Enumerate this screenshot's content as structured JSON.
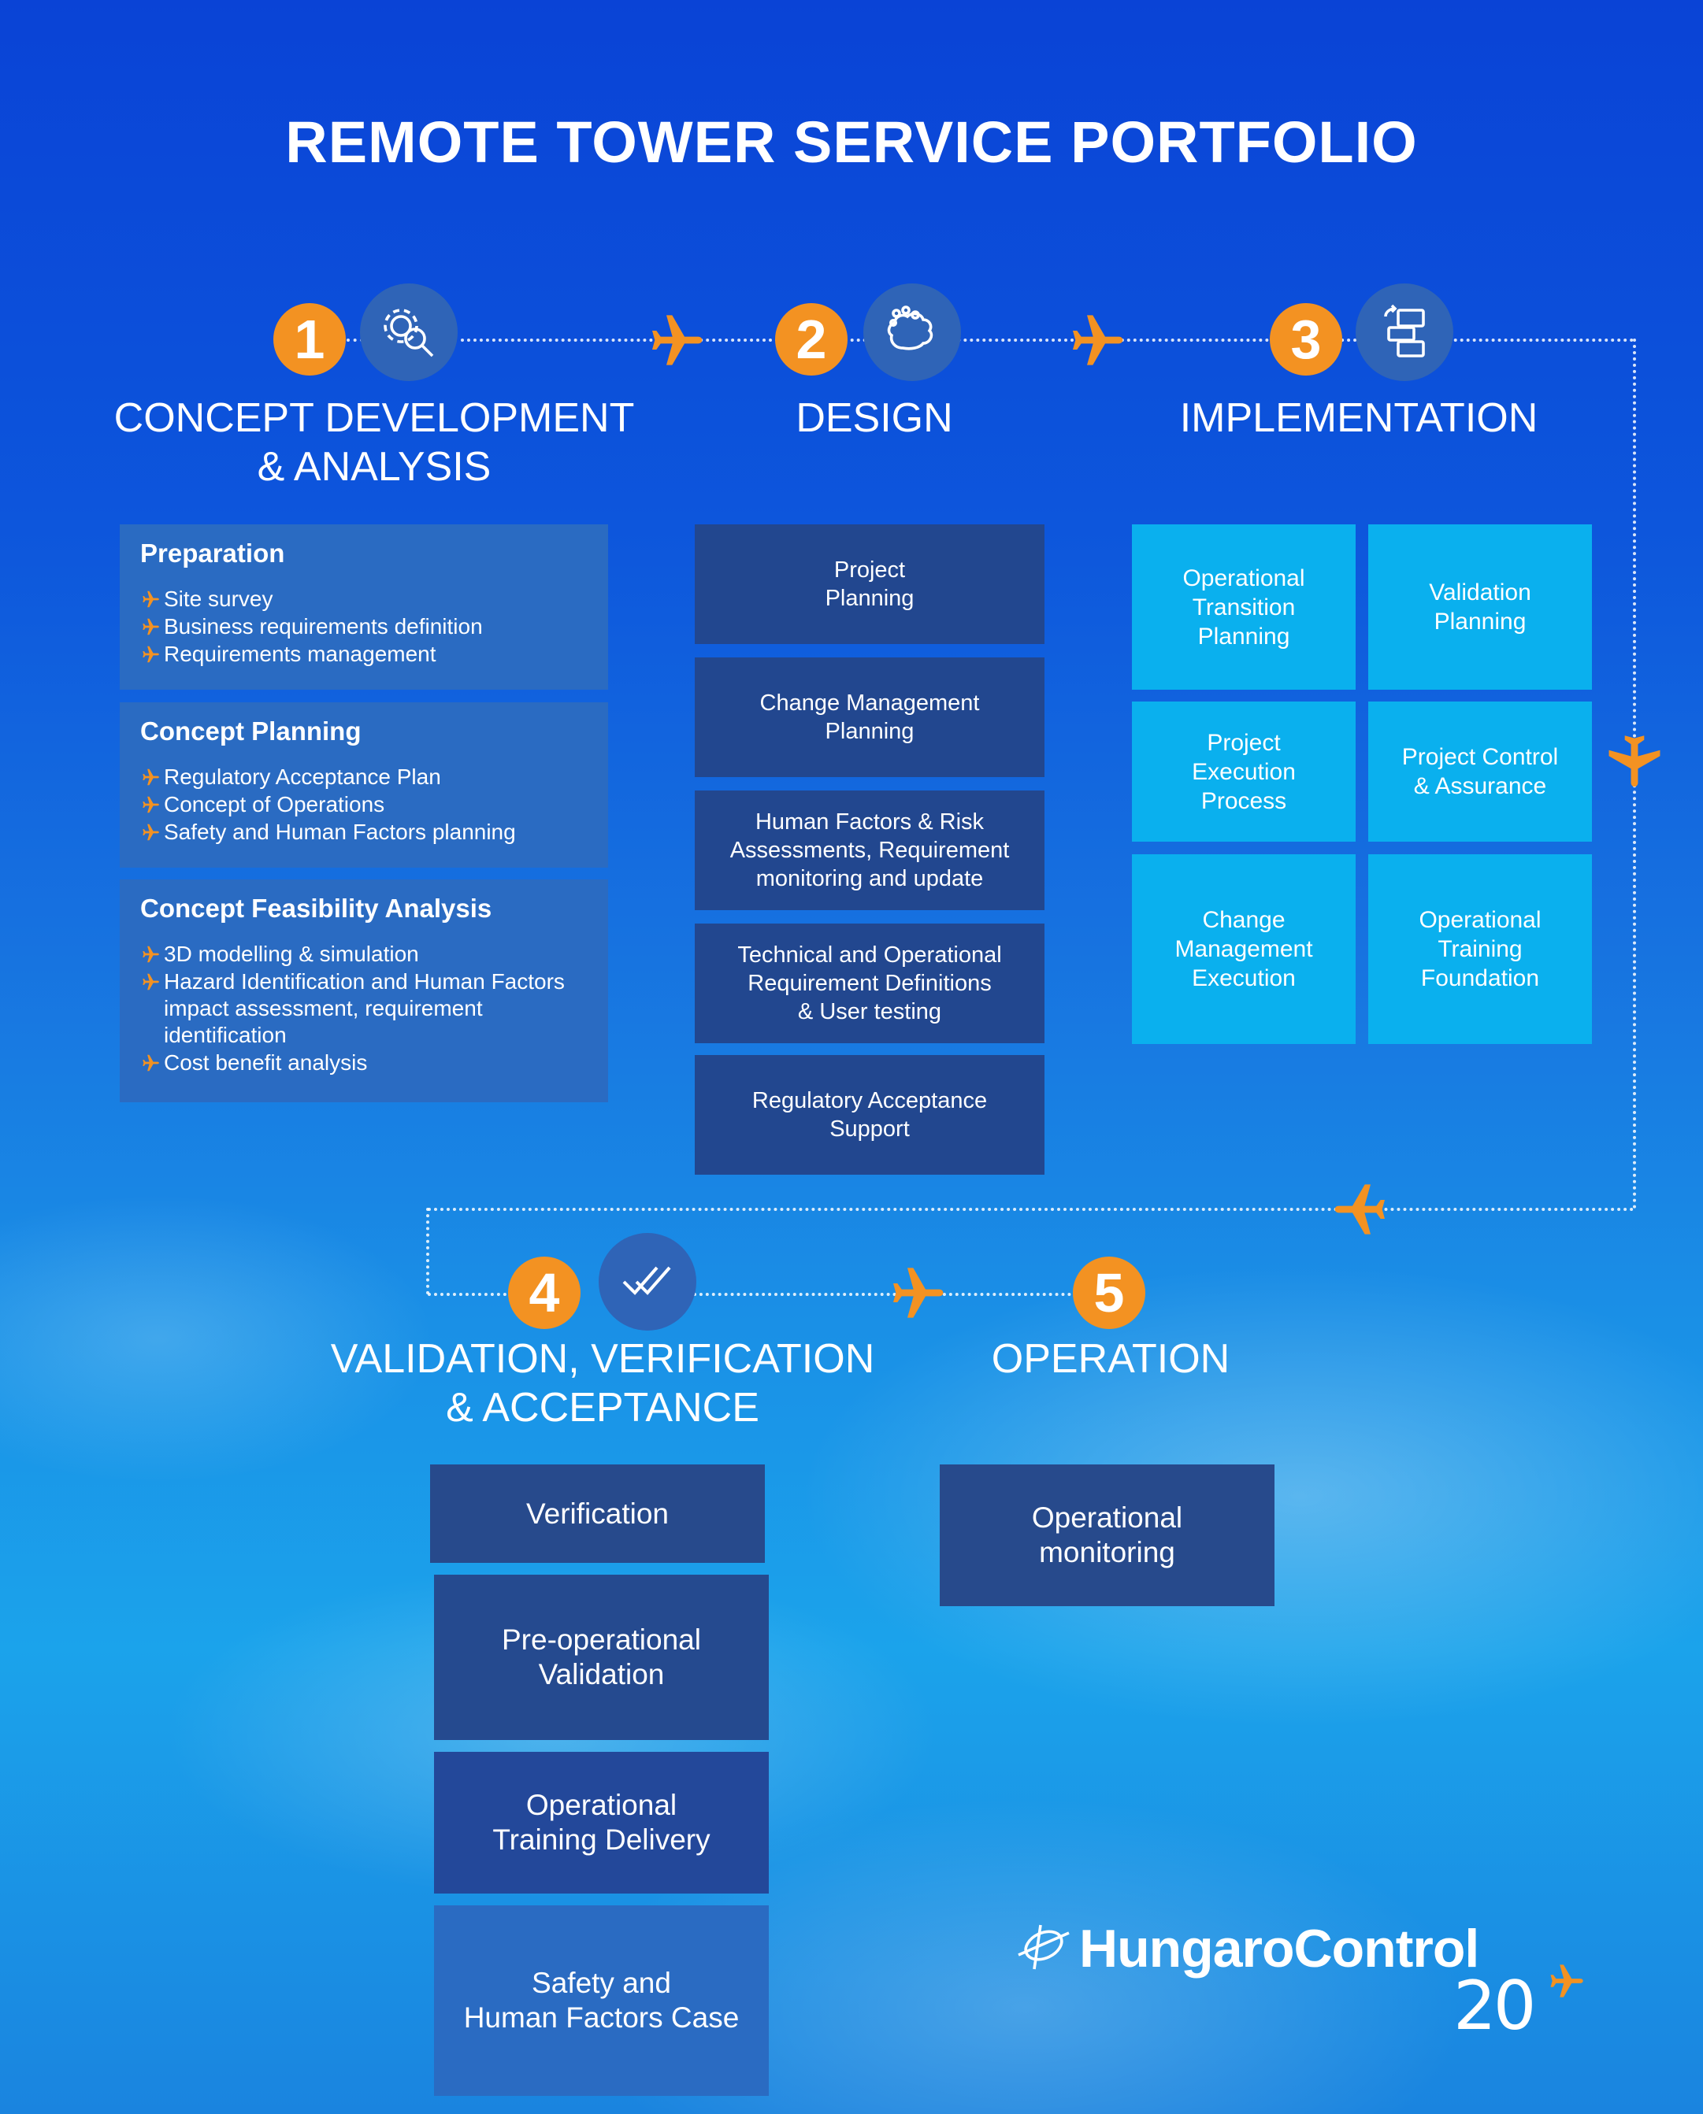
{
  "title": "REMOTE TOWER SERVICE PORTFOLIO",
  "stages": [
    {
      "number": "1",
      "title": "CONCEPT DEVELOPMENT\n& ANALYSIS",
      "icon": "gear-magnifier-icon"
    },
    {
      "number": "2",
      "title": "DESIGN",
      "icon": "brain-circuit-icon"
    },
    {
      "number": "3",
      "title": "IMPLEMENTATION",
      "icon": "document-refresh-icon"
    },
    {
      "number": "4",
      "title": "VALIDATION, VERIFICATION\n& ACCEPTANCE",
      "icon": "double-check-icon"
    },
    {
      "number": "5",
      "title": "OPERATION"
    }
  ],
  "concept": [
    {
      "heading": "Preparation",
      "items": [
        "Site survey",
        "Business requirements definition",
        "Requirements management"
      ]
    },
    {
      "heading": "Concept Planning",
      "items": [
        "Regulatory Acceptance Plan",
        "Concept of Operations",
        "Safety and Human Factors planning"
      ]
    },
    {
      "heading": "Concept Feasibility Analysis",
      "items": [
        "3D modelling & simulation",
        "Hazard Identification and Human Factors\nimpact assessment, requirement\nidentification",
        "Cost benefit analysis"
      ]
    }
  ],
  "design": [
    "Project\nPlanning",
    "Change Management\nPlanning",
    "Human Factors & Risk\nAssessments, Requirement\nmonitoring and update",
    "Technical and Operational\nRequirement Definitions\n& User testing",
    "Regulatory Acceptance\nSupport"
  ],
  "implementation": [
    "Operational\nTransition\nPlanning",
    "Validation\nPlanning",
    "Project\nExecution\nProcess",
    "Project Control\n& Assurance",
    "Change\nManagement\nExecution",
    "Operational\nTraining\nFoundation"
  ],
  "vva": [
    "Verification",
    "Pre-operational\nValidation",
    "Operational\nTraining Delivery",
    "Safety and\nHuman Factors Case"
  ],
  "operation": [
    "Operational\nmonitoring"
  ],
  "logo": {
    "name": "HungaroControl",
    "badge": "20"
  },
  "colors": {
    "accent": "#f39222",
    "navy": "#22478f",
    "cyan": "#0ab0ee",
    "panel": "#2a6bc2"
  }
}
